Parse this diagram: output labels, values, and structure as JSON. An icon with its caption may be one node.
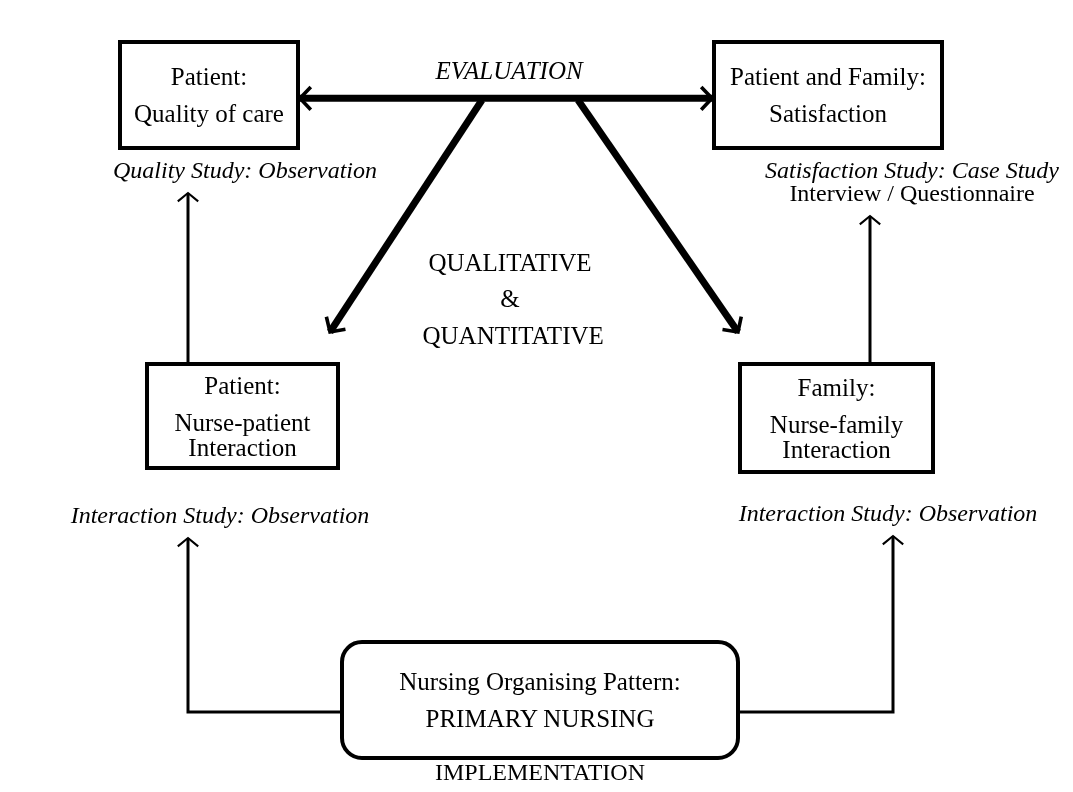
{
  "diagram": {
    "nodes": [
      {
        "text": [
          "Patient:",
          "Quality of care"
        ],
        "beside": [
          "Quality Study: Observation"
        ]
      },
      {
        "text": [
          "Patient and Family:",
          "Satisfaction"
        ],
        "beside": [
          "Satisfaction Study: Case Study",
          "Interview / Questionnaire"
        ]
      },
      {
        "text": [
          "Patient:",
          "Nurse-patient Interaction"
        ],
        "beside": [
          "Interaction Study: Observation"
        ]
      },
      {
        "text": [
          "Family:",
          "Nurse-family Interaction"
        ],
        "beside": [
          "Interaction Study: Observation"
        ]
      },
      {
        "text": [
          "Nursing Organising Pattern:",
          "PRIMARY NURSING"
        ],
        "beside": [
          "IMPLEMENTATION"
        ]
      }
    ],
    "edges": [
      {
        "from": 0,
        "to": 1,
        "arrow": "both",
        "label": "EVALUATION",
        "style": "thick"
      },
      {
        "from": null,
        "to": 2,
        "arrow": "to",
        "style": "thick"
      },
      {
        "from": null,
        "to": 3,
        "arrow": "to",
        "style": "thick"
      },
      {
        "from": 2,
        "to": 0,
        "arrow": "to"
      },
      {
        "from": 3,
        "to": 1,
        "arrow": "to"
      },
      {
        "from": 4,
        "to": 2,
        "arrow": "to"
      },
      {
        "from": 4,
        "to": 3,
        "arrow": "to"
      }
    ],
    "labels": [
      "QUALITATIVE & QUANTITATIVE"
    ]
  }
}
